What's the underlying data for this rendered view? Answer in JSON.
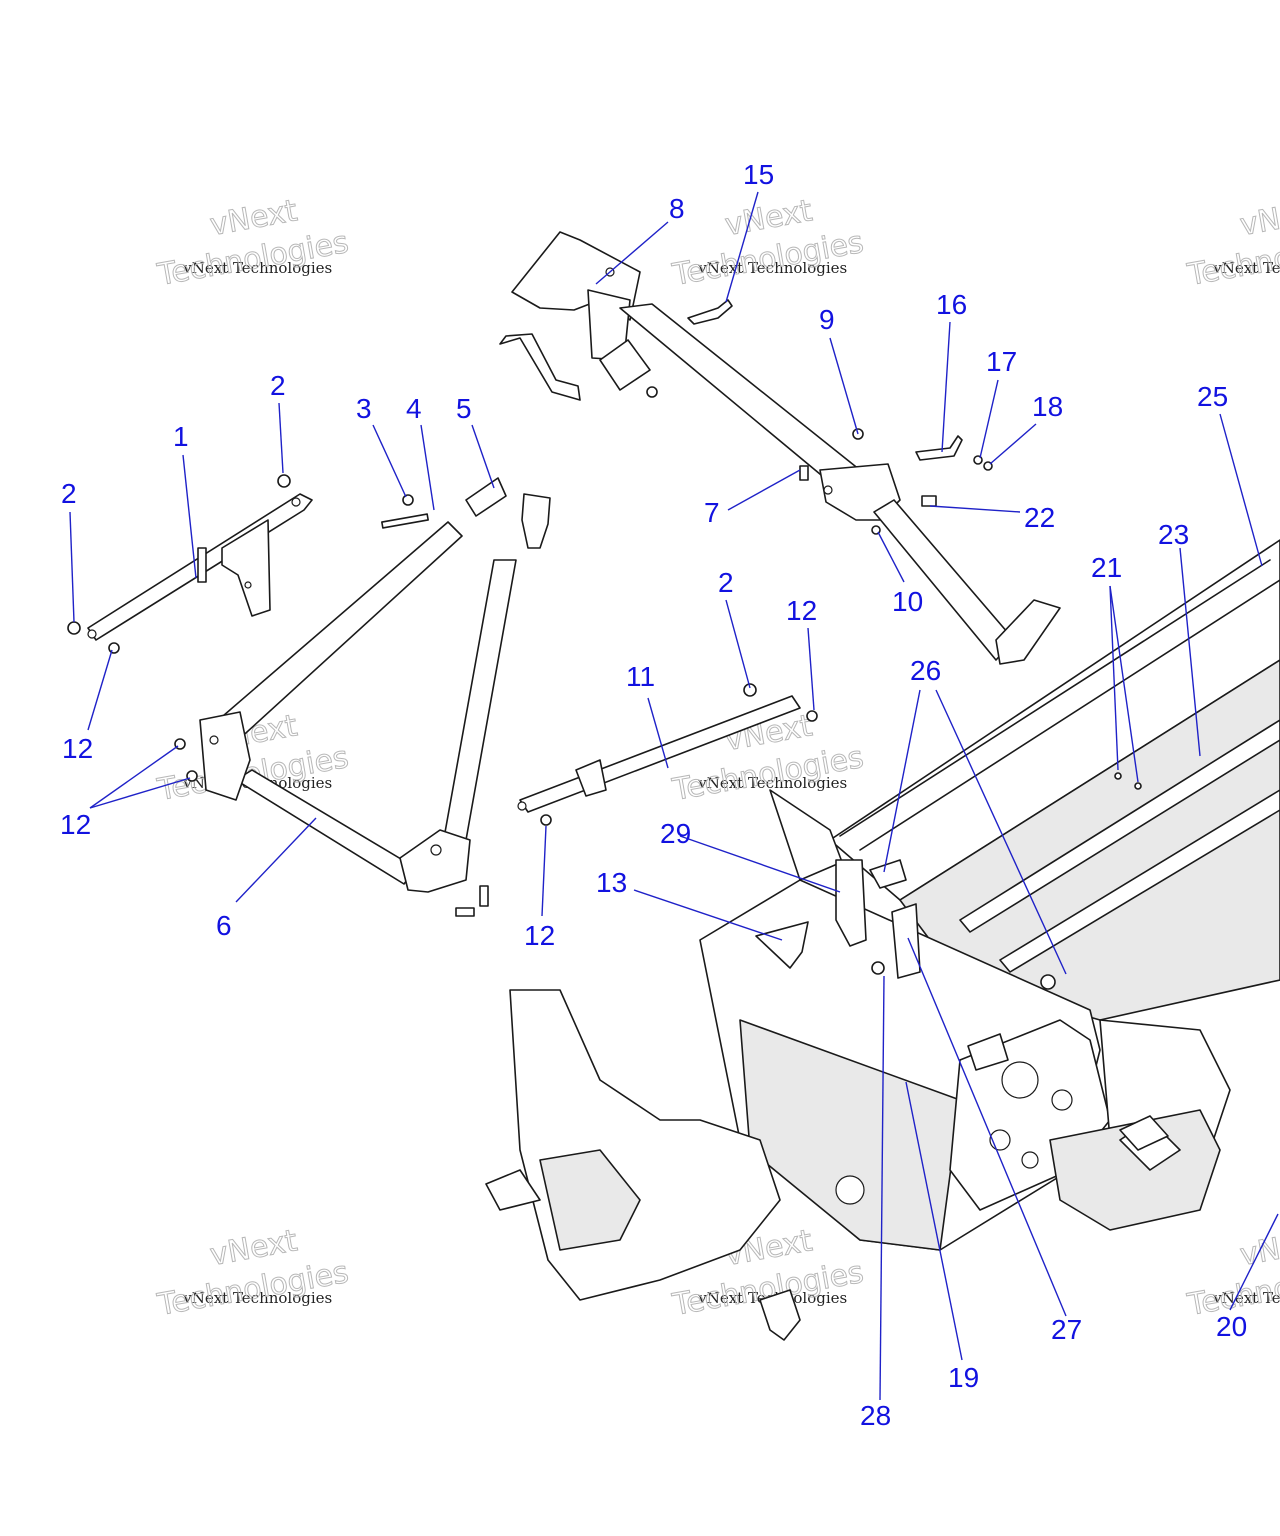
{
  "watermark": {
    "line1": "vNext Technologies",
    "line2": "Technologies",
    "line3": "vNext"
  },
  "callouts": {
    "c1": "1",
    "c2a": "2",
    "c2b": "2",
    "c2c": "2",
    "c3": "3",
    "c4": "4",
    "c5": "5",
    "c6": "6",
    "c7": "7",
    "c8": "8",
    "c9": "9",
    "c10": "10",
    "c11": "11",
    "c12a": "12",
    "c12b": "12",
    "c12c": "12",
    "c12d": "12",
    "c13": "13",
    "c15": "15",
    "c16": "16",
    "c17": "17",
    "c18": "18",
    "c19": "19",
    "c20": "20",
    "c21": "21",
    "c22": "22",
    "c23": "23",
    "c25": "25",
    "c26": "26",
    "c27": "27",
    "c28": "28",
    "c29": "29"
  }
}
